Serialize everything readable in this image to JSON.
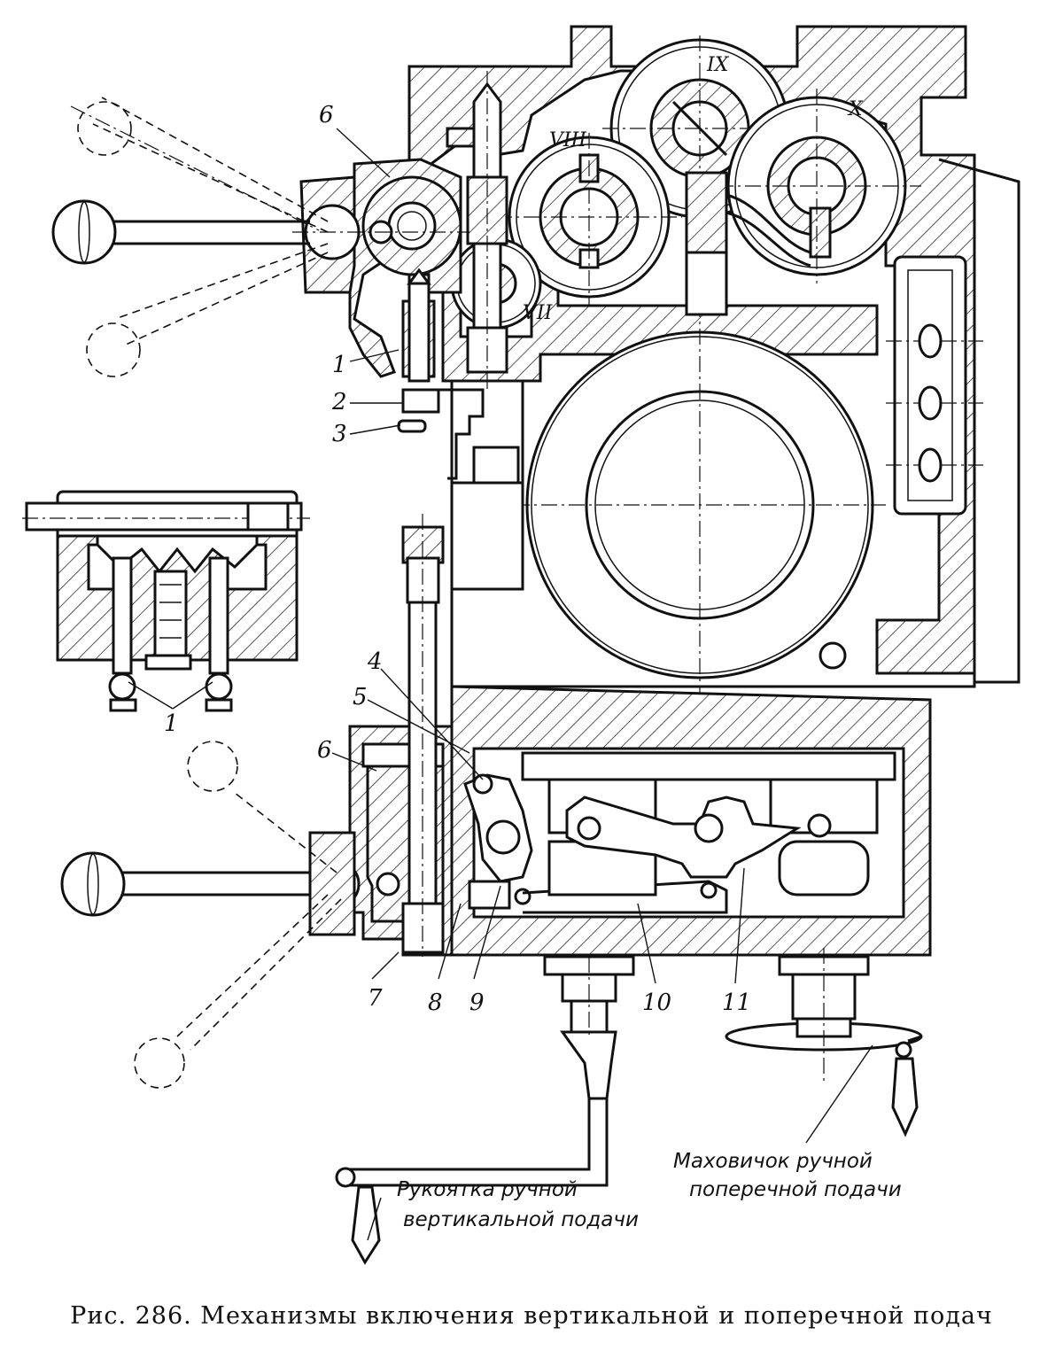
{
  "figure": {
    "caption": "Рис. 286. Механизмы включения вертикальной и поперечной подач"
  },
  "callouts": {
    "c1_top": "1",
    "c2": "2",
    "c3": "3",
    "c4": "4",
    "c5": "5",
    "c6_top": "6",
    "c6_bottom": "6",
    "c1_detail": "1",
    "c7": "7",
    "c8": "8",
    "c9": "9",
    "c10": "10",
    "c11": "11"
  },
  "shaft_labels": {
    "VII": "VII",
    "VIII": "VIII",
    "IX": "IX",
    "X": "X"
  },
  "notes": {
    "handwheel_line1": "Маховичок ручной",
    "handwheel_line2": "поперечной подачи",
    "crank_line1": "Рукоятка ручной",
    "crank_line2": "вертикальной подачи"
  }
}
